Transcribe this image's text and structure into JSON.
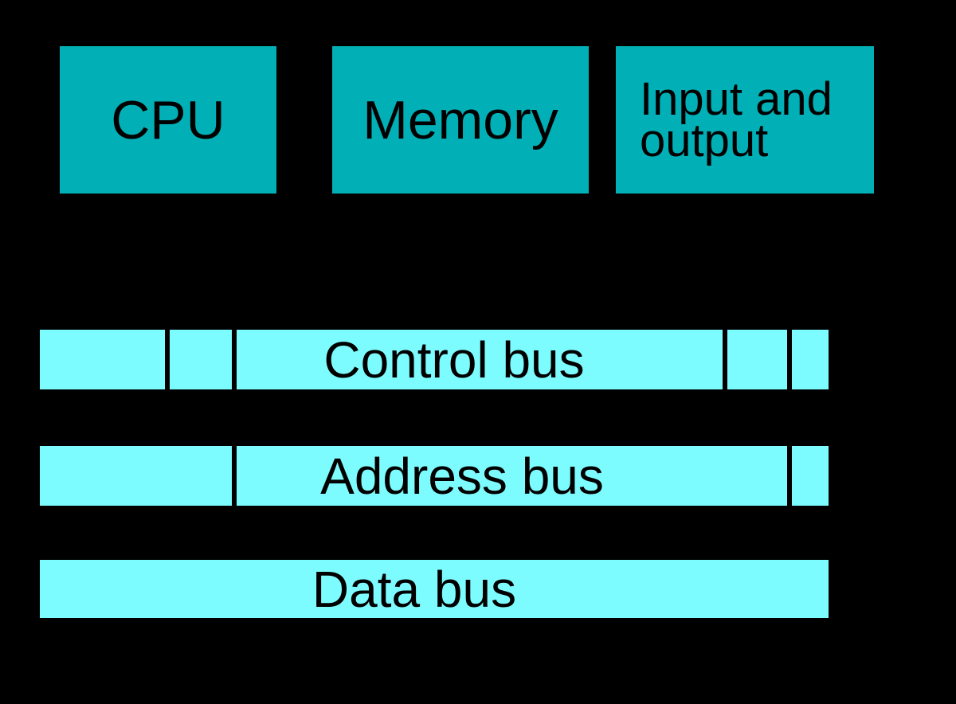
{
  "colors": {
    "background": "#000000",
    "box_fill": "#00b0b6",
    "bus_fill": "#7dfcff",
    "label_text": "#000000"
  },
  "boxes": [
    {
      "label": "CPU"
    },
    {
      "label": "Memory"
    },
    {
      "label": "Input and output"
    }
  ],
  "buses": [
    {
      "label": "Control bus"
    },
    {
      "label": "Address bus"
    },
    {
      "label": "Data bus"
    }
  ]
}
